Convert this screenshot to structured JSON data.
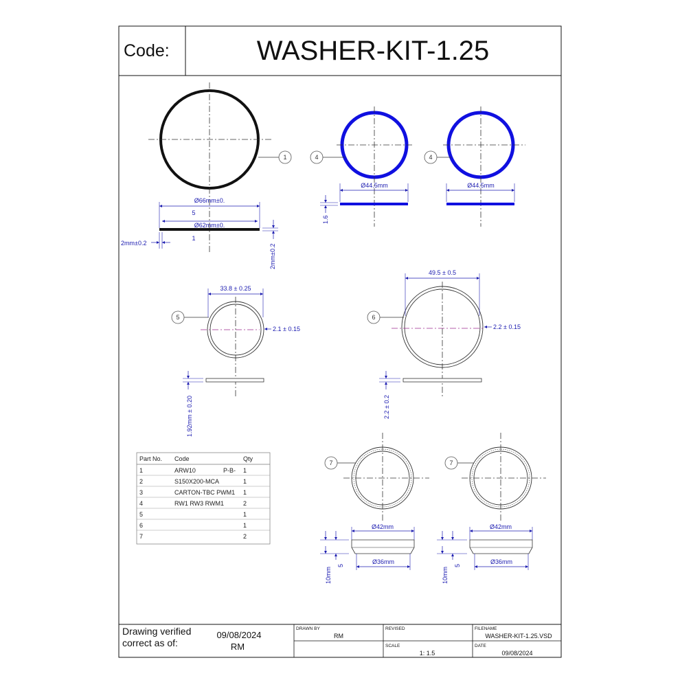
{
  "title_block": {
    "code_label": "Code:",
    "code_value": "WASHER-KIT-1.25",
    "verified_label_line1": "Drawing verified",
    "verified_label_line2": "correct as of:",
    "verified_date": "09/08/2024",
    "verified_by": "RM",
    "drawn_by_label": "DRAWN BY",
    "drawn_by_value": "RM",
    "revised_label": "REVISED",
    "revised_value": "",
    "filename_label": "FILENAME",
    "filename_value": "WASHER-KIT-1.25.VSD",
    "scale_label": "SCALE",
    "scale_value": "1: 1.5",
    "date_label": "DATE",
    "date_value": "09/08/2024"
  },
  "parts": {
    "p1": {
      "balloon": "1",
      "od_label": "Ø66mm±0.",
      "sub_label": "5",
      "id_label": "Ø62mm±0.",
      "id_sub_label": "1",
      "width_label": "2mm±0.2",
      "thickness_label": "2mm±0.2"
    },
    "p4a": {
      "balloon": "4",
      "dia_label": "Ø44.5mm",
      "thickness_label": "1.6"
    },
    "p4b": {
      "balloon": "4",
      "dia_label": "Ø44.5mm"
    },
    "p5": {
      "balloon": "5",
      "dia_label": "33.8 ± 0.25",
      "width_label": "2.1 ± 0.15",
      "thickness_label": "1.92mm ± 0.20"
    },
    "p6": {
      "balloon": "6",
      "dia_label": "49.5 ± 0.5",
      "width_label": "2.2 ± 0.15",
      "thickness_label": "2.2 ± 0.2"
    },
    "p7a": {
      "balloon": "7",
      "od_label": "Ø42mm",
      "id_label": "Ø36mm",
      "height_label": "10mm",
      "step_label": "5"
    },
    "p7b": {
      "balloon": "7",
      "od_label": "Ø42mm",
      "id_label": "Ø36mm",
      "height_label": "10mm",
      "step_label": "5"
    }
  },
  "parts_table": {
    "headers": [
      "Part No.",
      "Code",
      "Qty"
    ],
    "rows": [
      [
        "1",
        "ARW10",
        "P-B-",
        "1"
      ],
      [
        "2",
        "S150X200-MCA",
        "",
        "1"
      ],
      [
        "3",
        "CARTON-TBC PWM1",
        "",
        "1"
      ],
      [
        "4",
        "RW1 RW3 RWM1",
        "",
        "2"
      ],
      [
        "5",
        "",
        "",
        "1"
      ],
      [
        "6",
        "",
        "",
        "1"
      ],
      [
        "7",
        "",
        "",
        "2"
      ]
    ]
  },
  "colors": {
    "line": "#111111",
    "dimension": "#1b1bb0",
    "blue_ring": "#1010e0",
    "centerline_magenta": "#9b2a8c"
  }
}
